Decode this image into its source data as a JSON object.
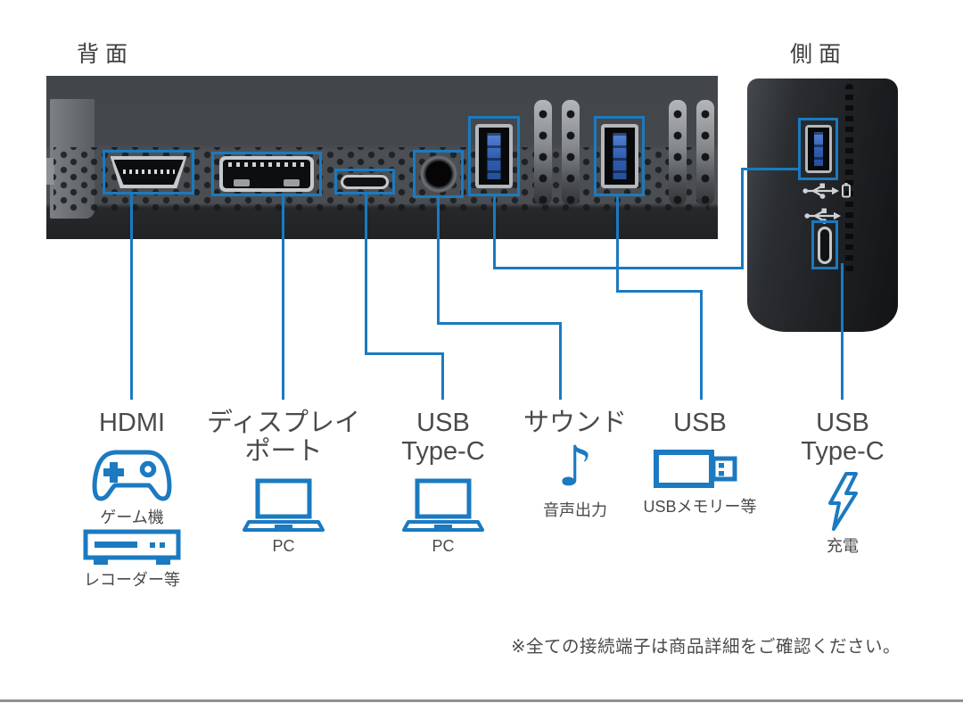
{
  "accent": "#1b7ac0",
  "headers": {
    "rear": "背面",
    "side": "側面"
  },
  "icons": {
    "gamepad-icon": "game console",
    "recorder-icon": "video recorder",
    "laptop-icon": "PC laptop",
    "music-note-icon": "audio output note",
    "usb-memory-icon": "USB memory stick",
    "lightning-icon": "charging bolt",
    "usb-symbol-device-icon": "USB trident with device",
    "usb-symbol-icon": "USB trident"
  },
  "ports": {
    "rear": [
      "HDMI",
      "DisplayPort",
      "USB Type-C",
      "audio-jack",
      "USB-A",
      "USB-A"
    ],
    "side": [
      "USB-A",
      "USB Type-C"
    ]
  },
  "music_note_glyph": "♪",
  "columns": [
    {
      "title": "HDMI",
      "title2": "",
      "devices": [
        {
          "icon": "gamepad-icon",
          "caption": "ゲーム機"
        },
        {
          "icon": "recorder-icon",
          "caption": "レコーダー等"
        }
      ]
    },
    {
      "title": "ディスプレイ",
      "title2": "ポート",
      "devices": [
        {
          "icon": "laptop-icon",
          "caption": "PC"
        }
      ]
    },
    {
      "title": "USB",
      "title2": "Type-C",
      "devices": [
        {
          "icon": "laptop-icon",
          "caption": "PC"
        }
      ]
    },
    {
      "title": "サウンド",
      "title2": "",
      "devices": [
        {
          "icon": "music-note-icon",
          "caption": "音声出力"
        }
      ]
    },
    {
      "title": "USB",
      "title2": "",
      "devices": [
        {
          "icon": "usb-memory-icon",
          "caption": "USBメモリー等"
        }
      ]
    },
    {
      "title": "USB",
      "title2": "Type-C",
      "devices": [
        {
          "icon": "lightning-icon",
          "caption": "充電"
        }
      ]
    }
  ],
  "footnote": "※全ての接続端子は商品詳細をご確認ください。"
}
